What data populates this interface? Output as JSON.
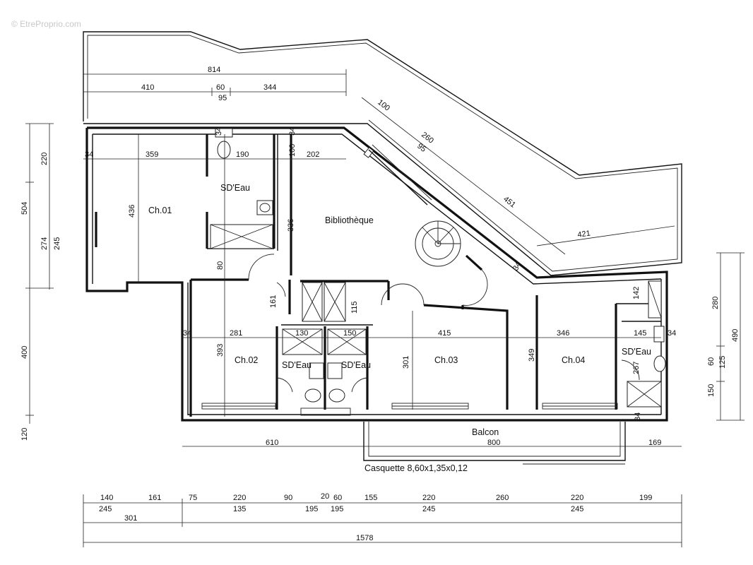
{
  "watermark": "© EtreProprio.com",
  "rooms": {
    "ch01": "Ch.01",
    "ch02": "Ch.02",
    "ch03": "Ch.03",
    "ch04": "Ch.04",
    "sdeau_a": "SD'Eau",
    "sdeau_b": "SD'Eau",
    "sdeau_c": "SD'Eau",
    "sdeau_d": "SD'Eau",
    "bibliotheque": "Bibliothèque",
    "balcon": "Balcon"
  },
  "casquette": "Casquette 8,60x1,35x0,12",
  "top_dims": {
    "d814": "814",
    "d410": "410",
    "d60": "60",
    "d344": "344",
    "d95": "95"
  },
  "diag_dims": {
    "d100": "100",
    "d260": "260",
    "d95": "95",
    "d451": "451",
    "d421": "421"
  },
  "interior_dims": {
    "d34a": "34",
    "d359": "359",
    "d190": "190",
    "d202": "202",
    "d34v": "34",
    "d100v": "100",
    "d436": "436",
    "d336": "336",
    "d80": "80",
    "d161": "161",
    "d115": "115",
    "d34b": "34",
    "d281": "281",
    "d130": "130",
    "d150": "150",
    "d415": "415",
    "d346": "346",
    "d145": "145",
    "d34c": "34",
    "d393": "393",
    "d301": "301",
    "d349": "349",
    "d142": "142",
    "d267": "267",
    "d34d": "34",
    "d34e": "34",
    "d34diag": "34"
  },
  "left_dims": {
    "d220": "220",
    "d504": "504",
    "d274": "274",
    "d245": "245",
    "d400": "400",
    "d120": "120"
  },
  "right_dims": {
    "d280": "280",
    "d490": "490",
    "d60": "60",
    "d125": "125",
    "d150": "150"
  },
  "balcon_dims": {
    "d610": "610",
    "d800": "800",
    "d169": "169"
  },
  "bottom_row1": [
    "140",
    "161",
    "75",
    "220",
    "90",
    "20",
    "60",
    "155",
    "220",
    "260",
    "220",
    "199"
  ],
  "bottom_row2": [
    "245",
    "135",
    "195",
    "195",
    "245",
    "245"
  ],
  "bottom_row3": [
    "301"
  ],
  "bottom_total": "1578"
}
